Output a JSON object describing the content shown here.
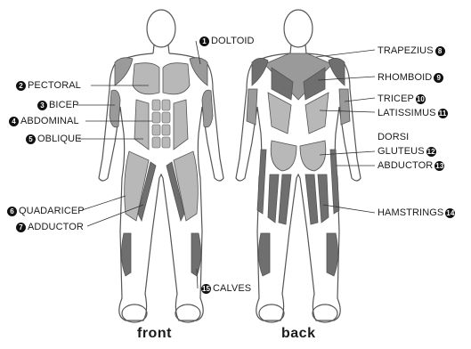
{
  "colors": {
    "outline": "#555555",
    "muscle_light": "#b8b8b8",
    "muscle_mid": "#9a9a9a",
    "muscle_dark": "#6f6f6f",
    "badge": "#111111"
  },
  "views": {
    "front": "front",
    "back": "back"
  },
  "labels": [
    {
      "id": "doltoid",
      "num": "1",
      "text": "DOLTOID",
      "icon": "number-badge-icon"
    },
    {
      "id": "pectoral",
      "num": "2",
      "text": "PECTORAL"
    },
    {
      "id": "bicep",
      "num": "3",
      "text": "BICEP"
    },
    {
      "id": "abdominal",
      "num": "4",
      "text": "ABDOMINAL"
    },
    {
      "id": "oblique",
      "num": "5",
      "text": "OBLIQUE"
    },
    {
      "id": "quadaricep",
      "num": "6",
      "text": "QUADARICEP"
    },
    {
      "id": "adductor",
      "num": "7",
      "text": "ADDUCTOR"
    },
    {
      "id": "trapezius",
      "num": "8",
      "text": "TRAPEZIUS"
    },
    {
      "id": "rhomboid",
      "num": "9",
      "text": "RHOMBOID"
    },
    {
      "id": "tricep",
      "num": "10",
      "text": "TRICEP"
    },
    {
      "id": "latissimus",
      "num": "11",
      "text": "LATISSIMUS"
    },
    {
      "id": "dorsi",
      "num": "",
      "text": "DORSI"
    },
    {
      "id": "gluteus",
      "num": "12",
      "text": "GLUTEUS"
    },
    {
      "id": "abductor",
      "num": "13",
      "text": "ABDUCTOR"
    },
    {
      "id": "hamstrings",
      "num": "14",
      "text": "HAMSTRINGS"
    },
    {
      "id": "calves",
      "num": "15",
      "text": "CALVES"
    }
  ]
}
